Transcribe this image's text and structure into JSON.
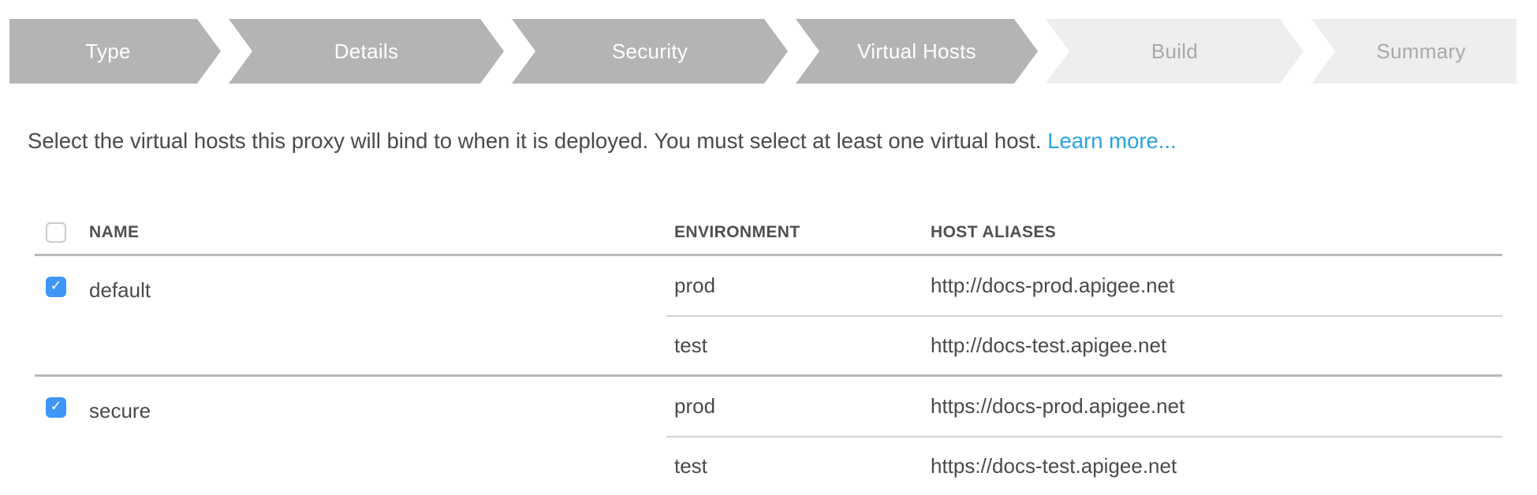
{
  "wizard": {
    "steps": [
      {
        "label": "Type",
        "state": "done"
      },
      {
        "label": "Details",
        "state": "done"
      },
      {
        "label": "Security",
        "state": "done"
      },
      {
        "label": "Virtual Hosts",
        "state": "active"
      },
      {
        "label": "Build",
        "state": "upcoming"
      },
      {
        "label": "Summary",
        "state": "upcoming"
      }
    ]
  },
  "instructions": {
    "text": "Select the virtual hosts this proxy will bind to when it is deployed. You must select at least one virtual host.",
    "link_label": "Learn more..."
  },
  "table": {
    "columns": {
      "name": "NAME",
      "environment": "ENVIRONMENT",
      "host_aliases": "HOST ALIASES"
    },
    "select_all_checked": false,
    "checkmark_glyph": "✓",
    "groups": [
      {
        "name": "default",
        "checked": true,
        "rows": [
          {
            "environment": "prod",
            "host_alias": "http://docs-prod.apigee.net"
          },
          {
            "environment": "test",
            "host_alias": "http://docs-test.apigee.net"
          }
        ]
      },
      {
        "name": "secure",
        "checked": true,
        "rows": [
          {
            "environment": "prod",
            "host_alias": "https://docs-prod.apigee.net"
          },
          {
            "environment": "test",
            "host_alias": "https://docs-test.apigee.net"
          }
        ]
      }
    ]
  },
  "colors": {
    "step_active_bg": "#b4b4b4",
    "step_active_text": "#ffffff",
    "step_upcoming_bg": "#eeeeee",
    "step_upcoming_text": "#a9a9a9",
    "link_blue": "#27a3e0",
    "checkbox_blue": "#3e97f6",
    "divider_heavy": "#b9b9b9",
    "divider_light": "#d2d2d2",
    "body_text": "#4a4a4a"
  }
}
